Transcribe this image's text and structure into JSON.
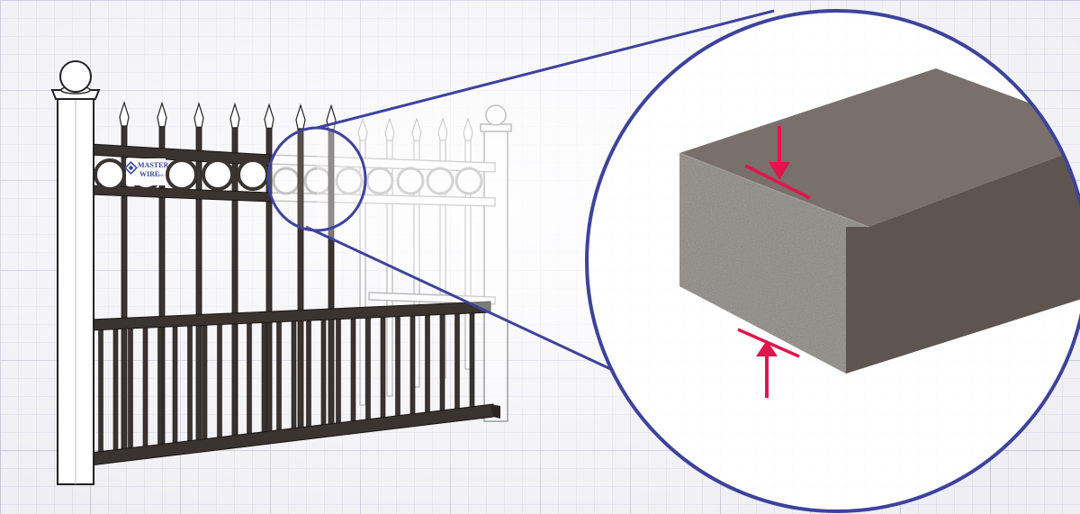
{
  "logo": {
    "line1": "MASTER",
    "line2": "WIRE",
    "suffix": "INC."
  },
  "icons": {
    "logo_mark": "diamond-logo-icon",
    "arrow_top": "down-arrow-icon",
    "arrow_bottom": "up-arrow-icon"
  },
  "colors": {
    "background": "#efeef4",
    "grid_minor": "#d8d6e6",
    "grid_major": "#bcb9d6",
    "magnifier_stroke": "#3d439b",
    "fence_metal": "#3a3330",
    "post_outline": "#222222",
    "bar_top": "#79706b",
    "bar_side": "#5e5550",
    "bar_front": "#8a8580",
    "arrow": "#e0154d"
  }
}
